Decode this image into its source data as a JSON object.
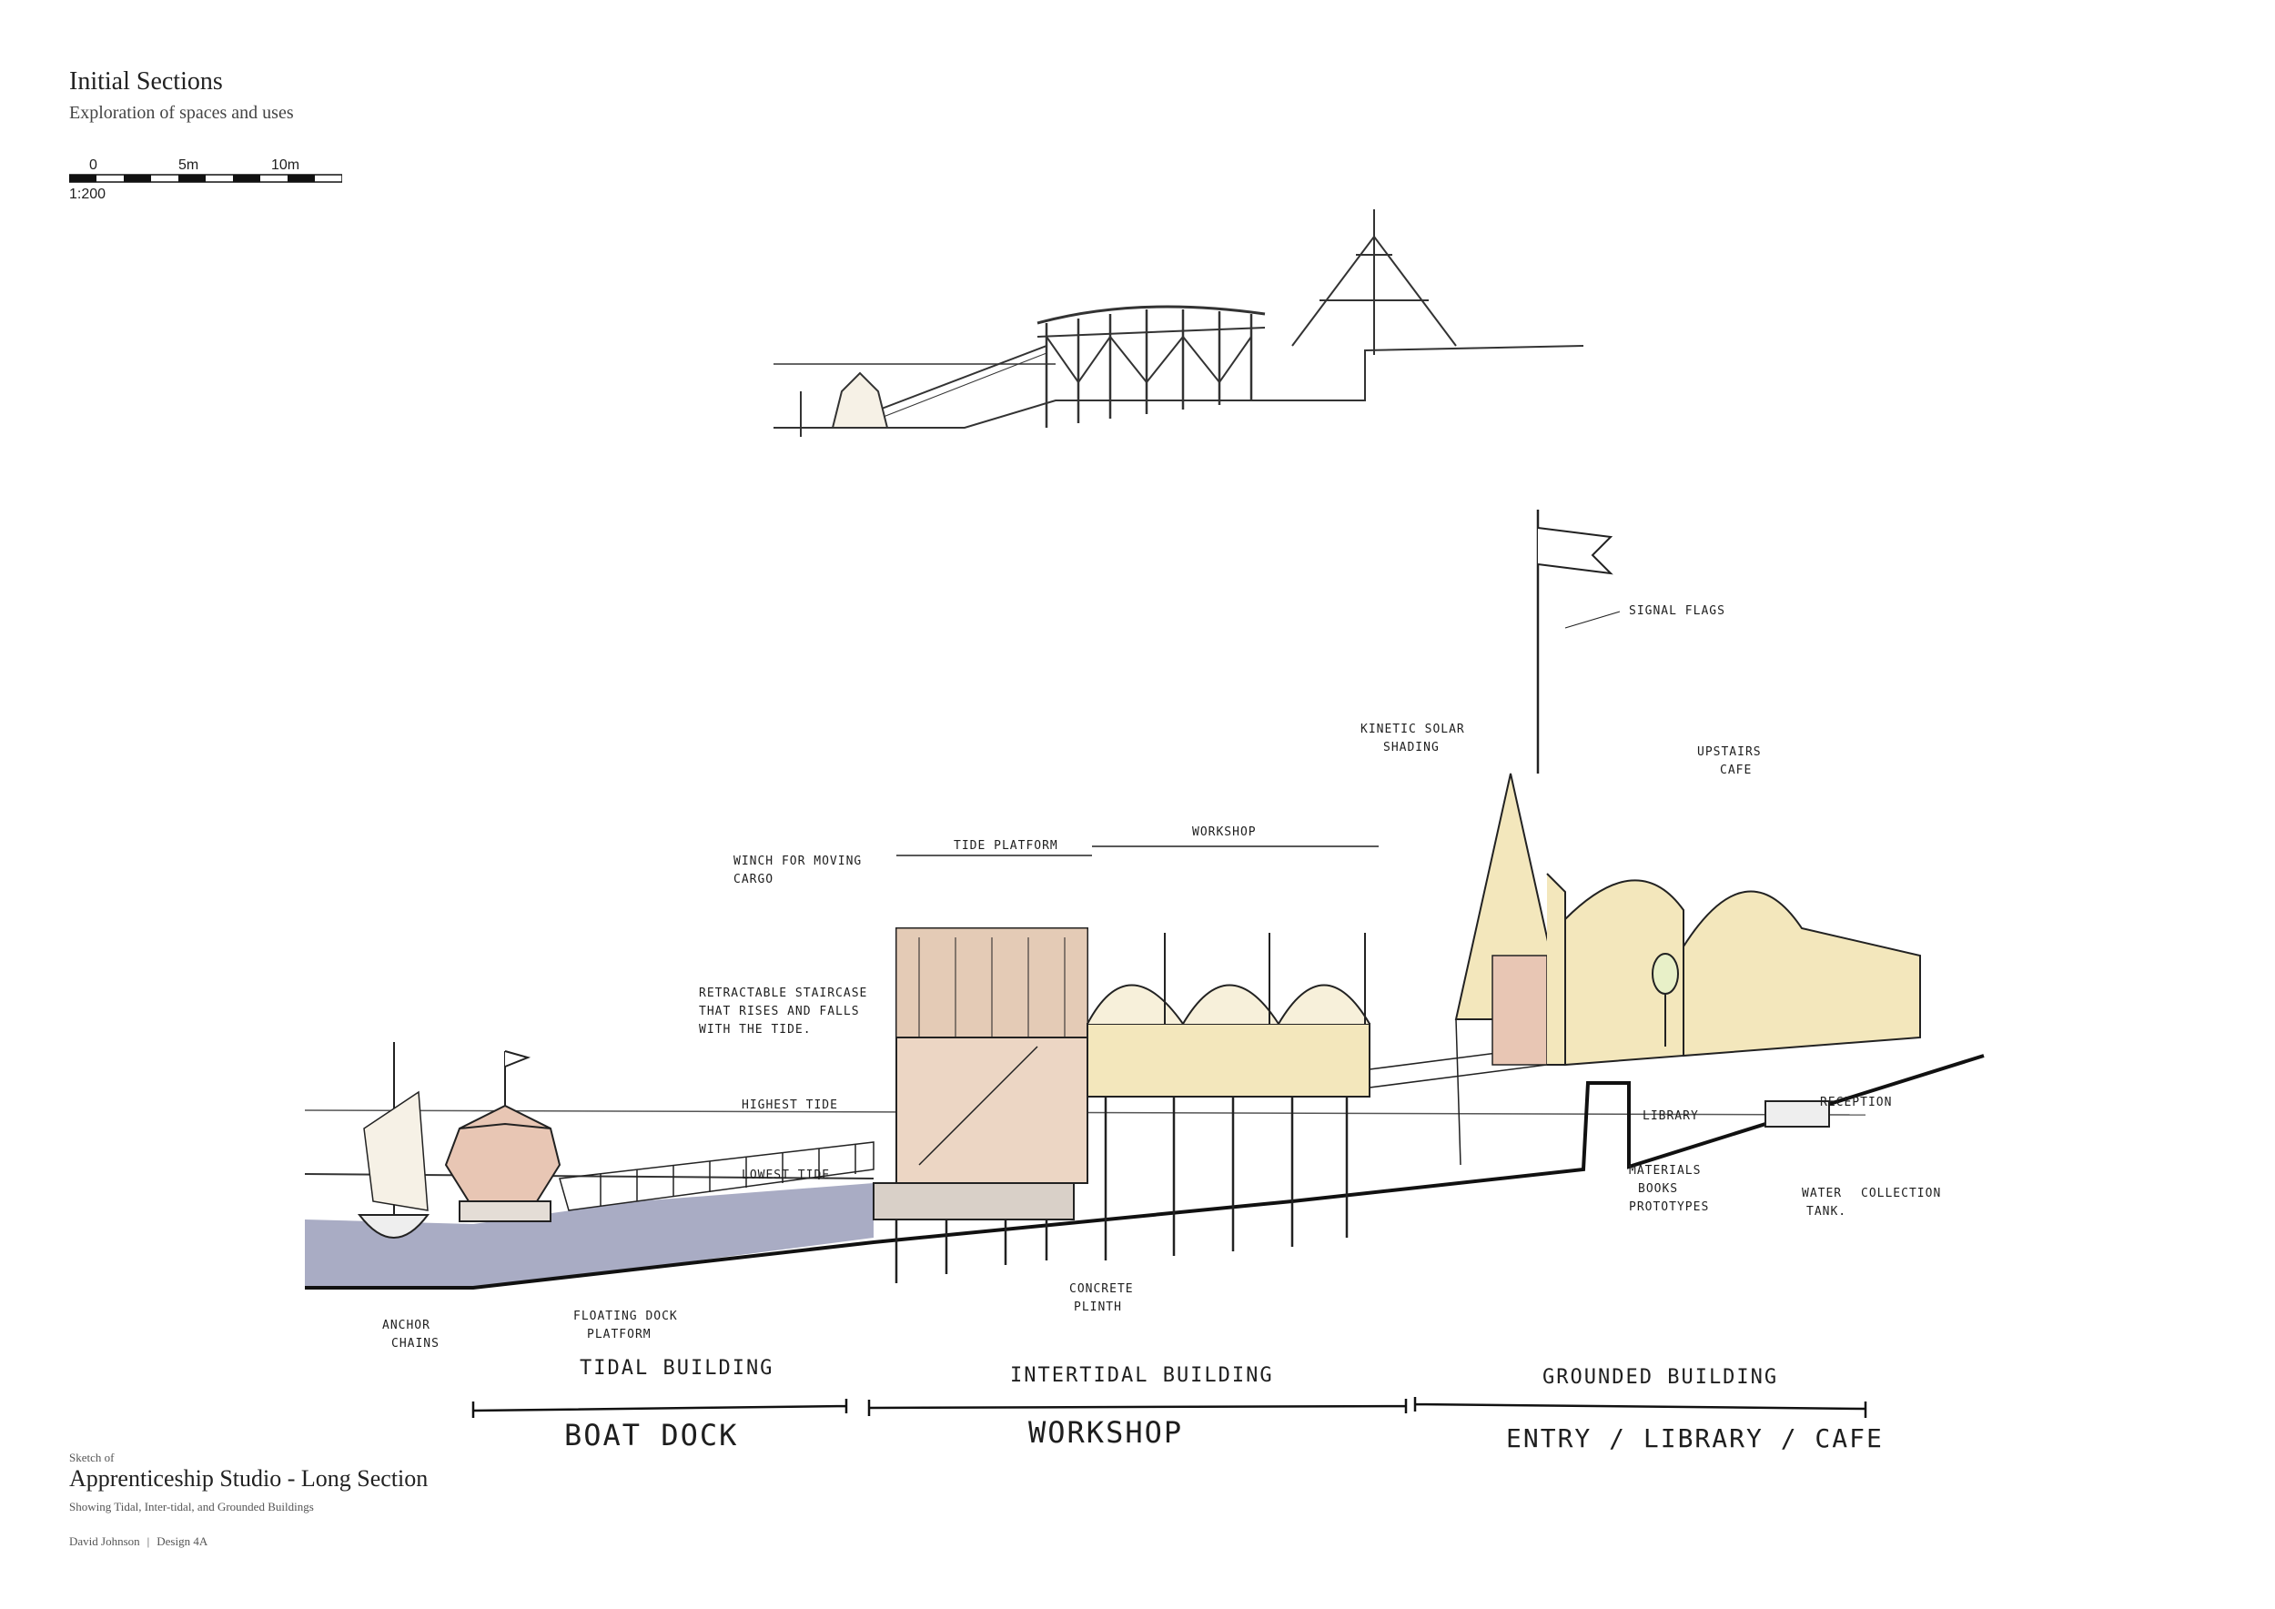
{
  "header": {
    "title": "Initial Sections",
    "subtitle": "Exploration of spaces and uses"
  },
  "scale": {
    "ticks": [
      "0",
      "5m",
      "10m"
    ],
    "ratio": "1:200"
  },
  "labels": {
    "signal_flags": "SIGNAL FLAGS",
    "kinetic_solar_1": "KINETIC SOLAR",
    "kinetic_solar_2": "SHADING",
    "upstairs_1": "UPSTAIRS",
    "upstairs_2": "CAFE",
    "tide_platform": "TIDE PLATFORM",
    "workshop_small": "WORKSHOP",
    "winch_1": "WINCH FOR MOVING",
    "winch_2": "CARGO",
    "stair_1": "RETRACTABLE STAIRCASE",
    "stair_2": "THAT RISES AND FALLS",
    "stair_3": "WITH THE TIDE.",
    "highest_tide": "HIGHEST TIDE",
    "lowest_tide": "LOWEST TIDE",
    "library": "LIBRARY",
    "reception": "RECEPTION",
    "materials_1": "MATERIALS",
    "materials_2": "BOOKS",
    "materials_3": "PROTOTYPES",
    "water_1": "WATER",
    "water_2": "COLLECTION",
    "water_3": "TANK.",
    "concrete_1": "CONCRETE",
    "concrete_2": "PLINTH",
    "anchor_1": "ANCHOR",
    "anchor_2": "CHAINS",
    "floating_1": "FLOATING DOCK",
    "floating_2": "PLATFORM"
  },
  "zones": [
    {
      "building": "TIDAL BUILDING",
      "use": "BOAT DOCK"
    },
    {
      "building": "INTERTIDAL BUILDING",
      "use": "WORKSHOP"
    },
    {
      "building": "GROUNDED BUILDING",
      "use": "ENTRY / LIBRARY / CAFE"
    }
  ],
  "footer": {
    "kicker": "Sketch of",
    "title": "Apprenticeship Studio - Long Section",
    "subtitle": "Showing Tidal, Inter-tidal, and Grounded Buildings",
    "author": "David Johnson",
    "course": "Design 4A"
  },
  "colors": {
    "water": "#a9acc4",
    "cream": "#f3e7bc",
    "pink": "#e8c6b4",
    "ink": "#1e1e1e"
  }
}
